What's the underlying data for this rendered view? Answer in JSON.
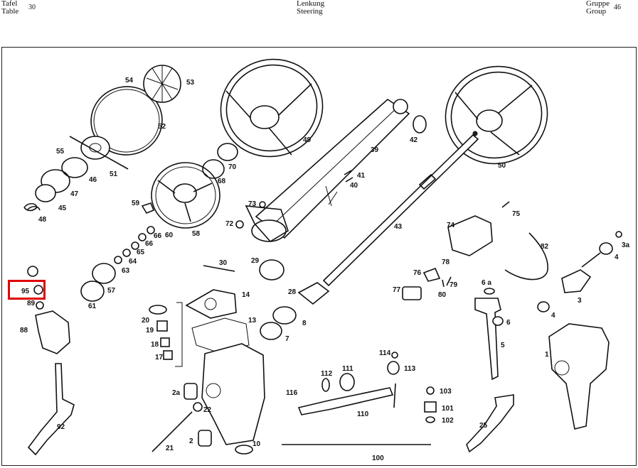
{
  "header": {
    "left_label_1": "Tafel",
    "left_label_2": "Table",
    "left_number": "30",
    "center_label_1": "Lenkung",
    "center_label_2": "Steering",
    "right_label_1": "Gruppe",
    "right_label_2": "Group",
    "right_number": "46"
  },
  "highlight": {
    "color": "#e00000",
    "part": "95"
  },
  "parts": {
    "p1": "1",
    "p2": "2",
    "p2a": "2a",
    "p3": "3",
    "p3a": "3a",
    "p4a": "4",
    "p4b": "4",
    "p5": "5",
    "p6": "6",
    "p6a": "6 a",
    "p7": "7",
    "p8": "8",
    "p10": "10",
    "p13": "13",
    "p14": "14",
    "p17": "17",
    "p18": "18",
    "p19": "19",
    "p20": "20",
    "p21": "21",
    "p22": "22",
    "p25": "25",
    "p28": "28",
    "p29": "29",
    "p30": "30",
    "p39": "39",
    "p40": "40",
    "p41": "41",
    "p42": "42",
    "p43": "43",
    "p45": "45",
    "p46": "46",
    "p47": "47",
    "p48": "48",
    "p49": "49",
    "p50": "50",
    "p51": "51",
    "p52": "52",
    "p53": "53",
    "p54": "54",
    "p55": "55",
    "p57": "57",
    "p58": "58",
    "p59": "59",
    "p60": "60",
    "p61": "61",
    "p63": "63",
    "p64": "64",
    "p65": "65",
    "p66": "66",
    "p68": "68",
    "p70": "70",
    "p72": "72",
    "p73": "73",
    "p74": "74",
    "p75": "75",
    "p76": "76",
    "p77": "77",
    "p78": "78",
    "p79": "79",
    "p80": "80",
    "p82": "82",
    "p88": "88",
    "p89": "89",
    "p92": "92",
    "p95": "95",
    "p100": "100",
    "p101": "101",
    "p102": "102",
    "p103": "103",
    "p110": "110",
    "p111": "111",
    "p112": "112",
    "p113": "113",
    "p114": "114",
    "p116": "116"
  }
}
